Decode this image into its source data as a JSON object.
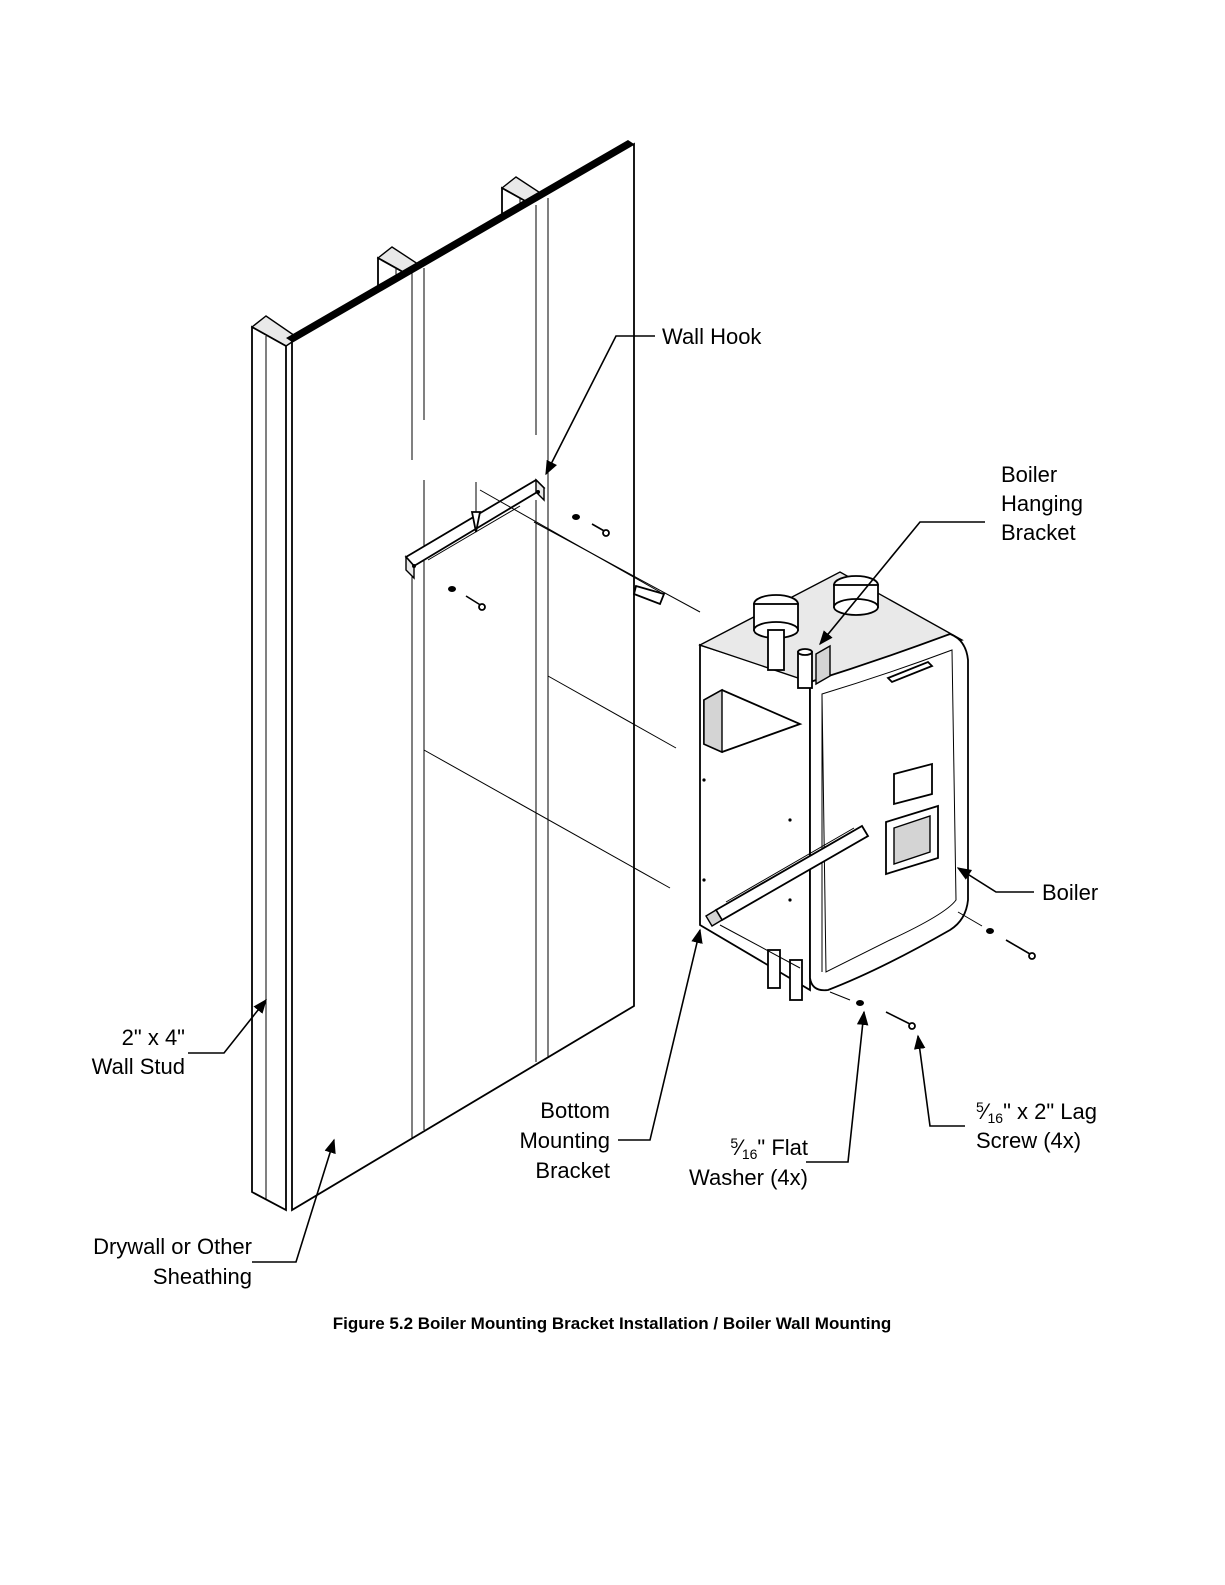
{
  "labels": {
    "wall_hook": "Wall Hook",
    "boiler_hanging_bracket": [
      "Boiler",
      "Hanging",
      "Bracket"
    ],
    "boiler": "Boiler",
    "wall_stud": [
      "2\" x 4\"",
      "Wall Stud"
    ],
    "bottom_mounting_bracket": [
      "Bottom",
      "Mounting",
      "Bracket"
    ],
    "flat_washer": {
      "frac_num": "5",
      "frac_den": "16",
      "line1_rest": "\" Flat",
      "line2": "Washer (4x)"
    },
    "lag_screw": {
      "frac_num": "5",
      "frac_den": "16",
      "line1_rest": "\" x 2\" Lag",
      "line2": "Screw (4x)"
    },
    "sheathing": [
      "Drywall or Other",
      "Sheathing"
    ]
  },
  "caption": "Figure 5.2  Boiler Mounting Bracket Installation / Boiler Wall Mounting"
}
